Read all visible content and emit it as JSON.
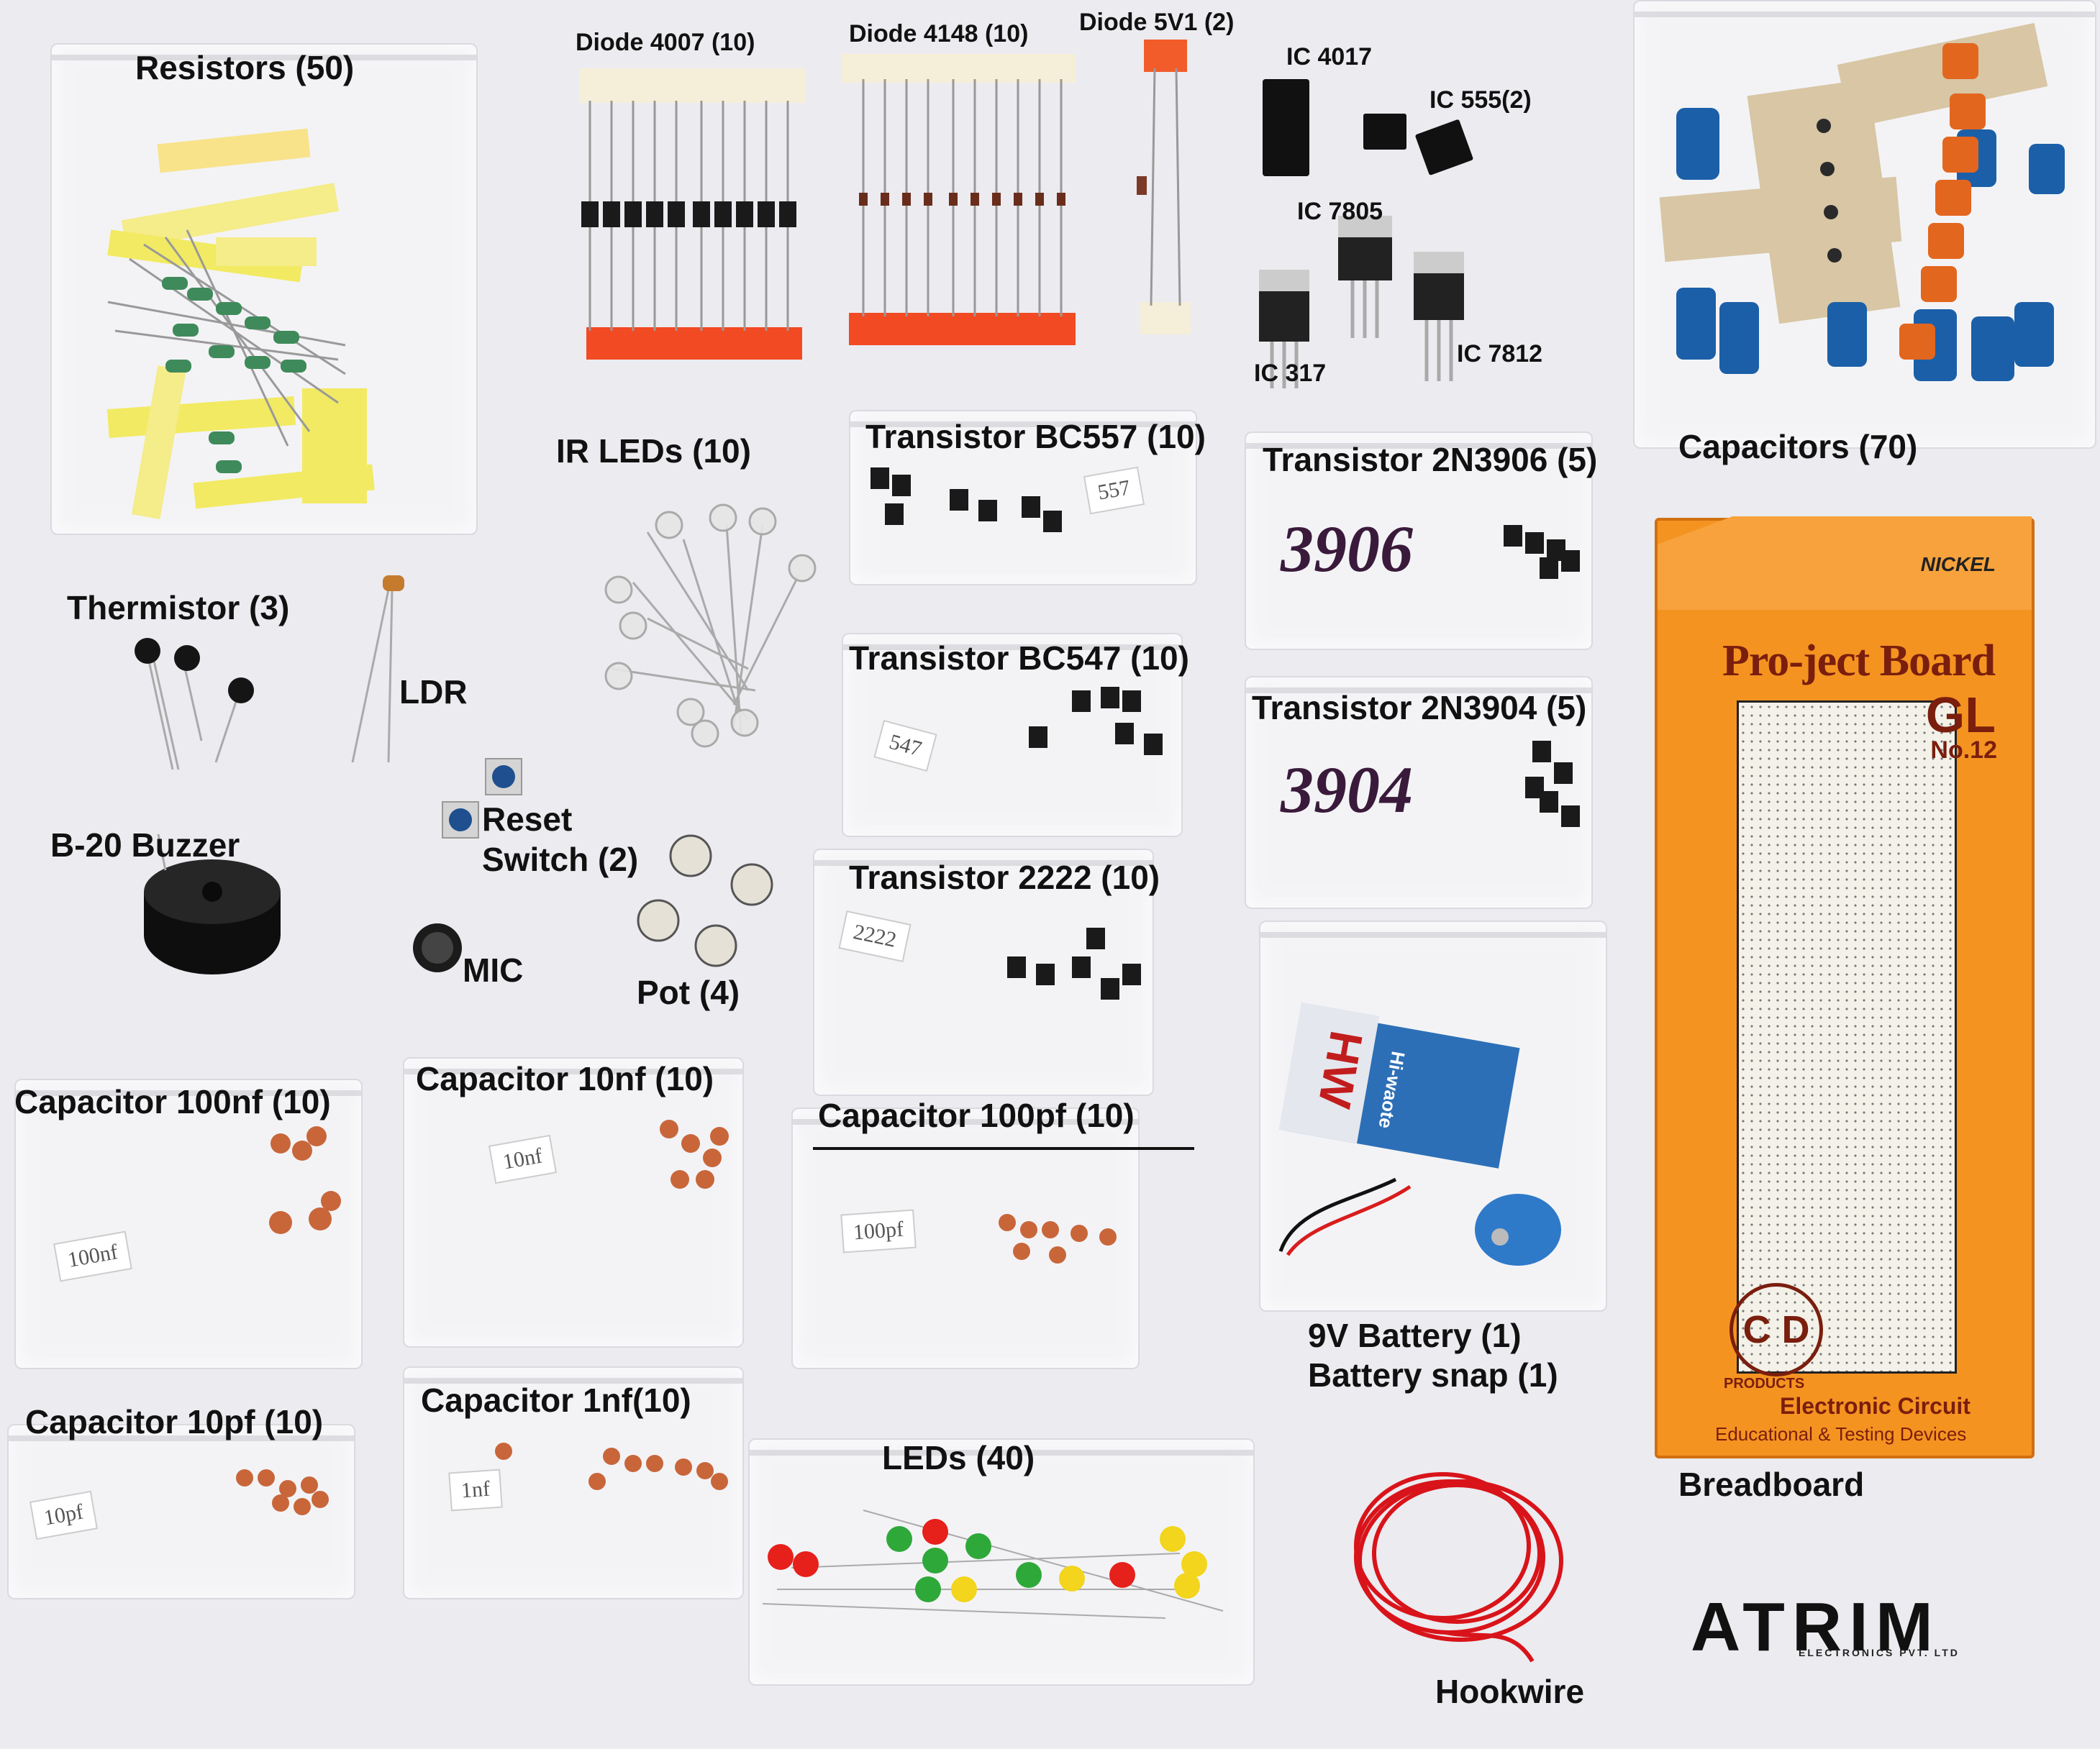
{
  "labels": {
    "resistors": "Resistors (50)",
    "diode4007": "Diode 4007 (10)",
    "diode4148": "Diode 4148 (10)",
    "diode5v1": "Diode 5V1 (2)",
    "ic4017": "IC 4017",
    "ic555": "IC 555(2)",
    "ic7805": "IC 7805",
    "ic317": "IC 317",
    "ic7812": "IC 7812",
    "capacitors": "Capacitors (70)",
    "irleds": "IR LEDs (10)",
    "bc557": "Transistor BC557 (10)",
    "tr3906": "Transistor 2N3906 (5)",
    "thermistor": "Thermistor (3)",
    "ldr": "LDR",
    "bc547": "Transistor BC547 (10)",
    "tr3904": "Transistor 2N3904 (5)",
    "reset1": "Reset",
    "reset2": "Switch (2)",
    "buzzer": "B-20 Buzzer",
    "tr2222": "Transistor 2222 (10)",
    "mic": "MIC",
    "pot": "Pot (4)",
    "cap100nf": "Capacitor 100nf (10)",
    "cap10nf": "Capacitor 10nf (10)",
    "cap100pf": "Capacitor 100pf (10)",
    "battery1": "9V Battery (1)",
    "battery2": "Battery snap (1)",
    "cap10pf": "Capacitor 10pf (10)",
    "cap1nf": "Capacitor 1nf(10)",
    "leds": "LEDs (40)",
    "breadboard": "Breadboard",
    "hookwire": "Hookwire"
  },
  "tags": {
    "t557": "557",
    "t547": "547",
    "t2222": "2222",
    "t10nf": "10nf",
    "t100nf": "100nf",
    "t100pf": "100pf",
    "t10pf": "10pf",
    "t1nf": "1nf",
    "h3906": "3906",
    "h3904": "3904"
  },
  "breadboard_box": {
    "nickel": "NICKEL",
    "brand": "Pro-ject Board",
    "model": "GL",
    "number": "No.12",
    "maker_mark": "C D",
    "maker_sub": "PRODUCTS",
    "footer1": "Electronic Circuit",
    "footer2": "Educational & Testing Devices"
  },
  "battery_brand": "HW",
  "battery_brand_sub": "Hi-waote",
  "logo": {
    "name": "ATRIM",
    "sub": "ELECTRONICS PVT. LTD"
  },
  "colors": {
    "background": "#ecebef",
    "breadboard_orange": "#f59321",
    "hookwire_red": "#d8141a",
    "led_red": "#e6201b",
    "led_green": "#2fa83a",
    "led_yellow": "#f2d51c"
  }
}
